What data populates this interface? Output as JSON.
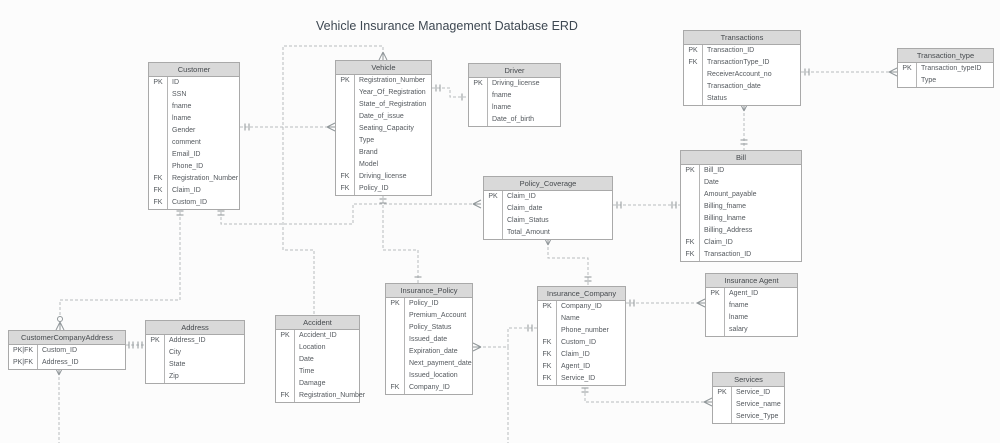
{
  "title": "Vehicle Insurance Management Database ERD",
  "colors": {
    "canvas": "#fcfcfc",
    "entity_header_fill": "#d9d9d9",
    "entity_border": "#a9a9a9",
    "text": "#54595e",
    "connector": "#b9bcbe"
  },
  "entities": [
    {
      "id": "customer",
      "name": "Customer",
      "fields": [
        {
          "key": "PK",
          "name": "ID"
        },
        {
          "key": "",
          "name": "SSN"
        },
        {
          "key": "",
          "name": "fname"
        },
        {
          "key": "",
          "name": "lname"
        },
        {
          "key": "",
          "name": "Gender"
        },
        {
          "key": "",
          "name": "comment"
        },
        {
          "key": "",
          "name": "Email_ID"
        },
        {
          "key": "",
          "name": "Phone_ID"
        },
        {
          "key": "FK",
          "name": "Registration_Number"
        },
        {
          "key": "FK",
          "name": "Claim_ID"
        },
        {
          "key": "FK",
          "name": "Custom_ID"
        }
      ]
    },
    {
      "id": "vehicle",
      "name": "Vehicle",
      "fields": [
        {
          "key": "PK",
          "name": "Registration_Number"
        },
        {
          "key": "",
          "name": "Year_Of_Registration"
        },
        {
          "key": "",
          "name": "State_of_Registration"
        },
        {
          "key": "",
          "name": "Date_of_issue"
        },
        {
          "key": "",
          "name": "Seating_Capacity"
        },
        {
          "key": "",
          "name": "Type"
        },
        {
          "key": "",
          "name": "Brand"
        },
        {
          "key": "",
          "name": "Model"
        },
        {
          "key": "FK",
          "name": "Driving_license"
        },
        {
          "key": "FK",
          "name": "Policy_ID"
        }
      ]
    },
    {
      "id": "driver",
      "name": "Driver",
      "fields": [
        {
          "key": "PK",
          "name": "Driving_license"
        },
        {
          "key": "",
          "name": "fname"
        },
        {
          "key": "",
          "name": "lname"
        },
        {
          "key": "",
          "name": "Date_of_birth"
        }
      ]
    },
    {
      "id": "transactions",
      "name": "Transactions",
      "fields": [
        {
          "key": "PK",
          "name": "Transaction_ID"
        },
        {
          "key": "FK",
          "name": "TransactionType_ID"
        },
        {
          "key": "",
          "name": "ReceiverAccount_no"
        },
        {
          "key": "",
          "name": "Transaction_date"
        },
        {
          "key": "",
          "name": "Status"
        }
      ]
    },
    {
      "id": "transaction_type",
      "name": "Transaction_type",
      "fields": [
        {
          "key": "PK",
          "name": "Transaction_typeID"
        },
        {
          "key": "",
          "name": "Type"
        }
      ]
    },
    {
      "id": "bill",
      "name": "Bill",
      "fields": [
        {
          "key": "PK",
          "name": "Bill_ID"
        },
        {
          "key": "",
          "name": "Date"
        },
        {
          "key": "",
          "name": "Amount_payable"
        },
        {
          "key": "",
          "name": "Billing_fname"
        },
        {
          "key": "",
          "name": "Billing_lname"
        },
        {
          "key": "",
          "name": "Billing_Address"
        },
        {
          "key": "FK",
          "name": "Claim_ID"
        },
        {
          "key": "FK",
          "name": "Transaction_ID"
        }
      ]
    },
    {
      "id": "policy_coverage",
      "name": "Policy_Coverage",
      "fields": [
        {
          "key": "PK",
          "name": "Claim_ID"
        },
        {
          "key": "",
          "name": "Claim_date"
        },
        {
          "key": "",
          "name": "Claim_Status"
        },
        {
          "key": "",
          "name": "Total_Amount"
        }
      ]
    },
    {
      "id": "insurance_policy",
      "name": "Insurance_Policy",
      "fields": [
        {
          "key": "PK",
          "name": "Policy_ID"
        },
        {
          "key": "",
          "name": "Premium_Account"
        },
        {
          "key": "",
          "name": "Policy_Status"
        },
        {
          "key": "",
          "name": "Issued_date"
        },
        {
          "key": "",
          "name": "Expiration_date"
        },
        {
          "key": "",
          "name": "Next_payment_date"
        },
        {
          "key": "",
          "name": "Issued_location"
        },
        {
          "key": "FK",
          "name": "Company_ID"
        }
      ]
    },
    {
      "id": "insurance_company",
      "name": "Insurance_Company",
      "fields": [
        {
          "key": "PK",
          "name": "Company_ID"
        },
        {
          "key": "",
          "name": "Name"
        },
        {
          "key": "",
          "name": "Phone_number"
        },
        {
          "key": "FK",
          "name": "Custom_ID"
        },
        {
          "key": "FK",
          "name": "Claim_ID"
        },
        {
          "key": "FK",
          "name": "Agent_ID"
        },
        {
          "key": "FK",
          "name": "Service_ID"
        }
      ]
    },
    {
      "id": "insurance_agent",
      "name": "Insurance Agent",
      "fields": [
        {
          "key": "PK",
          "name": "Agent_ID"
        },
        {
          "key": "",
          "name": "fname"
        },
        {
          "key": "",
          "name": "lname"
        },
        {
          "key": "",
          "name": "salary"
        }
      ]
    },
    {
      "id": "accident",
      "name": "Accident",
      "fields": [
        {
          "key": "PK",
          "name": "Accident_ID"
        },
        {
          "key": "",
          "name": "Location"
        },
        {
          "key": "",
          "name": "Date"
        },
        {
          "key": "",
          "name": "Time"
        },
        {
          "key": "",
          "name": "Damage"
        },
        {
          "key": "FK",
          "name": "Registration_Number"
        }
      ]
    },
    {
      "id": "address",
      "name": "Address",
      "fields": [
        {
          "key": "PK",
          "name": "Address_ID"
        },
        {
          "key": "",
          "name": "City"
        },
        {
          "key": "",
          "name": "State"
        },
        {
          "key": "",
          "name": "Zip"
        }
      ]
    },
    {
      "id": "customer_company_address",
      "name": "CustomerCompanyAddress",
      "fields": [
        {
          "key": "PK|FK",
          "name": "Custom_ID"
        },
        {
          "key": "PK|FK",
          "name": "Address_ID"
        }
      ]
    },
    {
      "id": "services",
      "name": "Services",
      "fields": [
        {
          "key": "PK",
          "name": "Service_ID"
        },
        {
          "key": "",
          "name": "Service_name"
        },
        {
          "key": "",
          "name": "Service_Type"
        }
      ]
    }
  ],
  "relationships": [
    {
      "from": "Customer",
      "to": "Vehicle",
      "from_card": "one",
      "to_card": "many"
    },
    {
      "from": "Vehicle",
      "to": "Driver",
      "from_card": "one",
      "to_card": "one"
    },
    {
      "from": "Vehicle",
      "to": "Accident",
      "from_card": "many",
      "to_card": "zero-or-many"
    },
    {
      "from": "Customer",
      "to": "Policy_Coverage",
      "from_card": "one",
      "to_card": "many"
    },
    {
      "from": "Customer",
      "to": "CustomerCompanyAddress",
      "from_card": "one",
      "to_card": "zero-or-many"
    },
    {
      "from": "CustomerCompanyAddress",
      "to": "Address",
      "from_card": "one",
      "to_card": "one"
    },
    {
      "from": "Vehicle",
      "to": "Insurance_Policy",
      "from_card": "one",
      "to_card": "one"
    },
    {
      "from": "Policy_Coverage",
      "to": "Bill",
      "from_card": "one",
      "to_card": "one"
    },
    {
      "from": "Transactions",
      "to": "Transaction_type",
      "from_card": "one",
      "to_card": "many"
    },
    {
      "from": "Transactions",
      "to": "Bill",
      "from_card": "many",
      "to_card": "one"
    },
    {
      "from": "Policy_Coverage",
      "to": "Insurance_Company",
      "from_card": "many",
      "to_card": "one"
    },
    {
      "from": "Insurance_Policy",
      "to": "Insurance_Company",
      "from_card": "many",
      "to_card": "one"
    },
    {
      "from": "Insurance_Company",
      "to": "Insurance Agent",
      "from_card": "one",
      "to_card": "many"
    },
    {
      "from": "Insurance_Company",
      "to": "Services",
      "from_card": "one",
      "to_card": "many"
    }
  ]
}
